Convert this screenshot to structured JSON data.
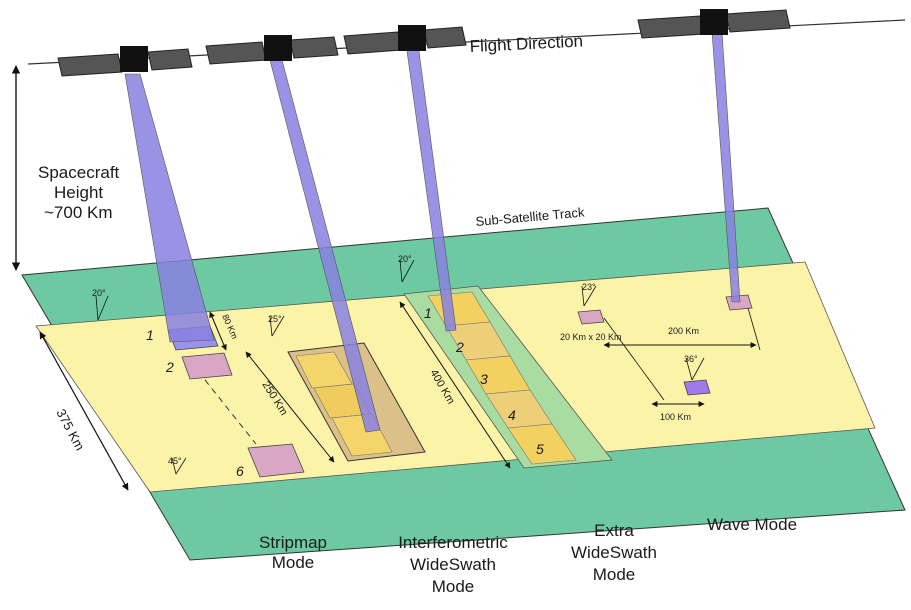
{
  "flight_direction": "Flight Direction",
  "spacecraft_height": [
    "Spacecraft",
    "Height",
    "~700 Km"
  ],
  "sub_satellite_track": "Sub-Satellite Track",
  "swath_width": "375 Km",
  "stripmap": {
    "angle_top": "20°",
    "angle_bottom": "45°",
    "size": "80 Km",
    "beam_numbers": [
      "1",
      "2",
      "6"
    ]
  },
  "iws": {
    "angle": "25°",
    "length": "250 Km"
  },
  "ews": {
    "angle": "20°",
    "length": "400 Km",
    "beam_numbers": [
      "1",
      "2",
      "3",
      "4",
      "5"
    ]
  },
  "wave": {
    "angle_1": "23°",
    "angle_2": "36°",
    "vignette_size": "20 Km x 20 Km",
    "spacing_along": "200 Km",
    "spacing_across": "100 Km"
  },
  "modes": [
    [
      "Stripmap",
      "Mode"
    ],
    [
      "Interferometric",
      "WideSwath",
      "Mode"
    ],
    [
      "Extra",
      "WideSwath",
      "Mode"
    ],
    [
      "Wave Mode"
    ]
  ],
  "colors": {
    "track_green": "#6dc9a1",
    "swath_yellow": "#fbf3a8",
    "beam_purple": "#8880e0",
    "footprint_pink": "#d9a6c4",
    "iws_tan": "#dcc08a",
    "ews_green": "#a8dca0",
    "subswath_orange": "#f2d160"
  }
}
